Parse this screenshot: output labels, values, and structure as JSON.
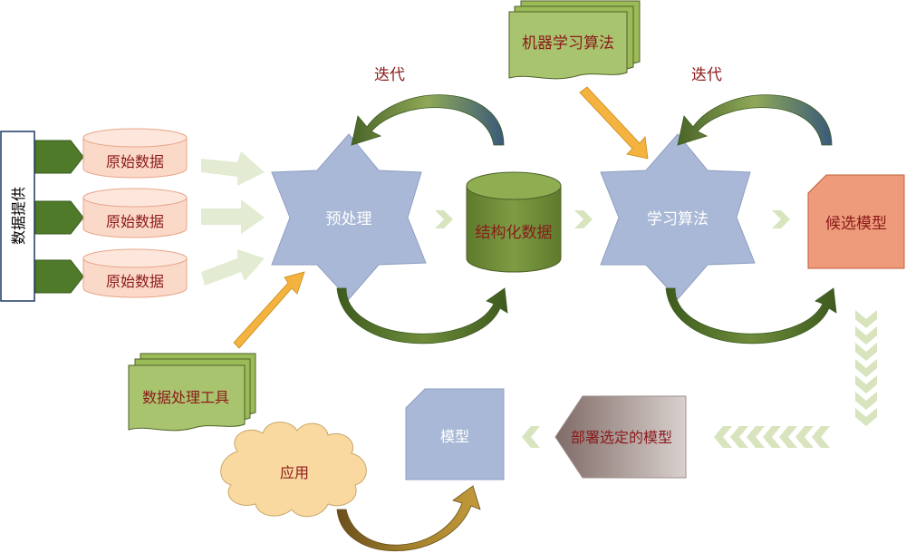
{
  "provider": {
    "label": "数据提供"
  },
  "raw_data": [
    {
      "label": "原始数据"
    },
    {
      "label": "原始数据"
    },
    {
      "label": "原始数据"
    }
  ],
  "tools": {
    "label": "数据处理工具"
  },
  "ml_algorithms": {
    "label": "机器学习算法"
  },
  "preprocess": {
    "label": "预处理"
  },
  "structured": {
    "label": "结构化数据"
  },
  "learning": {
    "label": "学习算法"
  },
  "candidate": {
    "label": "候选模型"
  },
  "deploy": {
    "label": "部署选定的模型"
  },
  "model": {
    "label": "模型"
  },
  "application": {
    "label": "应用"
  },
  "iterate_left": {
    "label": "迭代"
  },
  "iterate_right": {
    "label": "迭代"
  },
  "colors": {
    "label_red": "#8B1A1A",
    "star_fill": "#A9B8D6",
    "db_green": "#77933C",
    "raw_fill": "#FBD9C8",
    "candidate_fill": "#ED9B7B",
    "doc_fill": "#9BBB59",
    "cloud_fill": "#F9D9A0",
    "loop_arrow": "#4F6228",
    "orange_arrow": "#F4B23E",
    "chevron": "#D7E4BD"
  }
}
